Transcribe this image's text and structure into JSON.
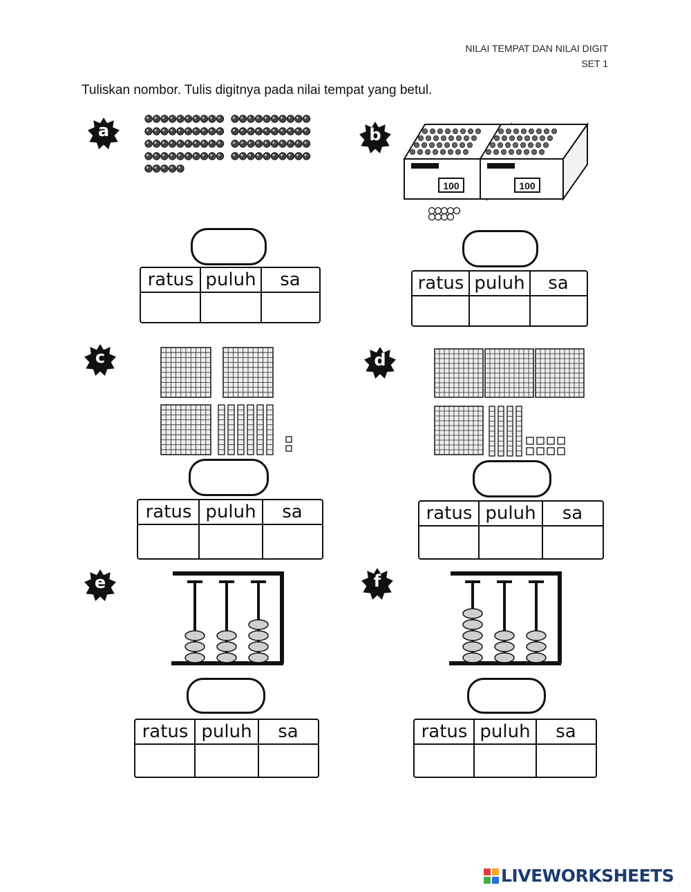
{
  "header": {
    "title": "NILAI TEMPAT DAN NILAI DIGIT",
    "set": "SET 1"
  },
  "instruction": "Tuliskan nombor. Tulis digitnya pada nilai tempat yang betul.",
  "columns": {
    "hundreds": "ratus",
    "tens": "puluh",
    "ones": "sa"
  },
  "exercises": [
    {
      "letter": "a",
      "type": "counters",
      "count": 85
    },
    {
      "letter": "b",
      "type": "boxes",
      "box_label": "100",
      "boxes": 2,
      "extra": 9
    },
    {
      "letter": "c",
      "type": "blocks",
      "hundreds": 3,
      "tens": 6,
      "ones": 2
    },
    {
      "letter": "d",
      "type": "blocks",
      "hundreds": 4,
      "tens": 4,
      "ones": 8
    },
    {
      "letter": "e",
      "type": "abacus",
      "beads": [
        3,
        3,
        4
      ]
    },
    {
      "letter": "f",
      "type": "abacus",
      "beads": [
        5,
        3,
        3
      ]
    }
  ],
  "branding": {
    "name": "LIVEWORKSHEETS",
    "colors": [
      "#e23b3b",
      "#f5a623",
      "#3fae49",
      "#2a6fdb"
    ]
  }
}
